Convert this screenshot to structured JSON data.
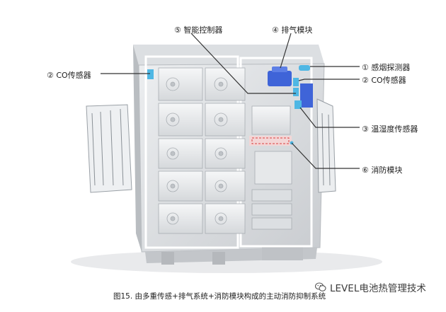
{
  "callouts": {
    "smoke_detector": "① 感烟探测器",
    "co_sensor_right": "② CO传感器",
    "co_sensor_left": "② CO传感器",
    "temp_humidity_sensor": "③ 温湿度传感器",
    "exhaust_module": "④ 排气模块",
    "smart_controller": "⑤ 智能控制器",
    "fire_module": "⑥ 消防模块"
  },
  "caption": "图15. 由多重传感+排气系统+消防模块构成的主动消防抑制系统",
  "watermark": "LEVEL电池热管理技术",
  "icons": {
    "watermark": "wechat-icon"
  },
  "colors": {
    "sensor": "#4fb7e4",
    "exhaust": "#3f64d8",
    "fire_zone": "#d94040",
    "leader": "#333333"
  }
}
